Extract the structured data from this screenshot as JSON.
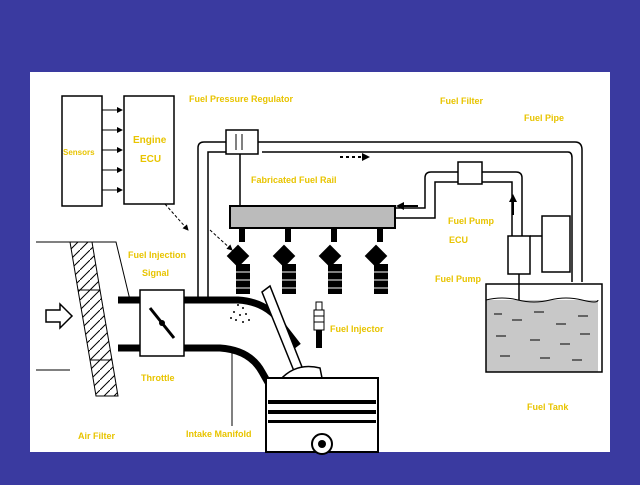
{
  "colors": {
    "background": "#3a3aa0",
    "panel": "#ffffff",
    "label": "#e8c400",
    "line": "#000000",
    "fuel_fill": "#c8c8c8"
  },
  "labels": {
    "sensors": "Sensors",
    "engine_ecu_1": "Engine",
    "engine_ecu_2": "ECU",
    "fuel_pressure_regulator": "Fuel Pressure Regulator",
    "fuel_filter": "Fuel Filter",
    "fuel_pipe": "Fuel Pipe",
    "fabricated_fuel_rail": "Fabricated Fuel Rail",
    "fuel_pump_ecu_1": "Fuel Pump",
    "fuel_pump_ecu_2": "ECU",
    "fuel_injection_signal_1": "Fuel Injection",
    "fuel_injection_signal_2": "Signal",
    "fuel_pump": "Fuel Pump",
    "fuel_injector": "Fuel Injector",
    "throttle": "Throttle",
    "fuel_tank": "Fuel Tank",
    "air_filter": "Air Filter",
    "intake_manifold": "Intake Manifold"
  }
}
